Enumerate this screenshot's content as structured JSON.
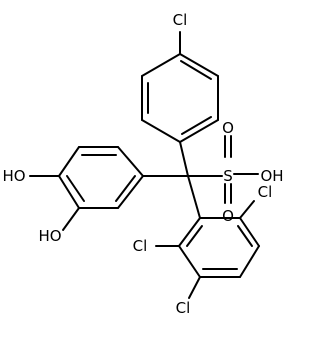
{
  "molecule": {
    "atom_labels": {
      "cl_para": "Cl",
      "sulfonic_acid": "OH",
      "sulfonyl_s": "S",
      "sulfonyl_o_top": "O",
      "sulfonyl_o_bottom": "O",
      "hydroxyl_4": "HO",
      "hydroxyl_3": "HO",
      "cl_ortho": "Cl",
      "cl_meta": "Cl",
      "cl_ortho_prime": "Cl"
    }
  }
}
